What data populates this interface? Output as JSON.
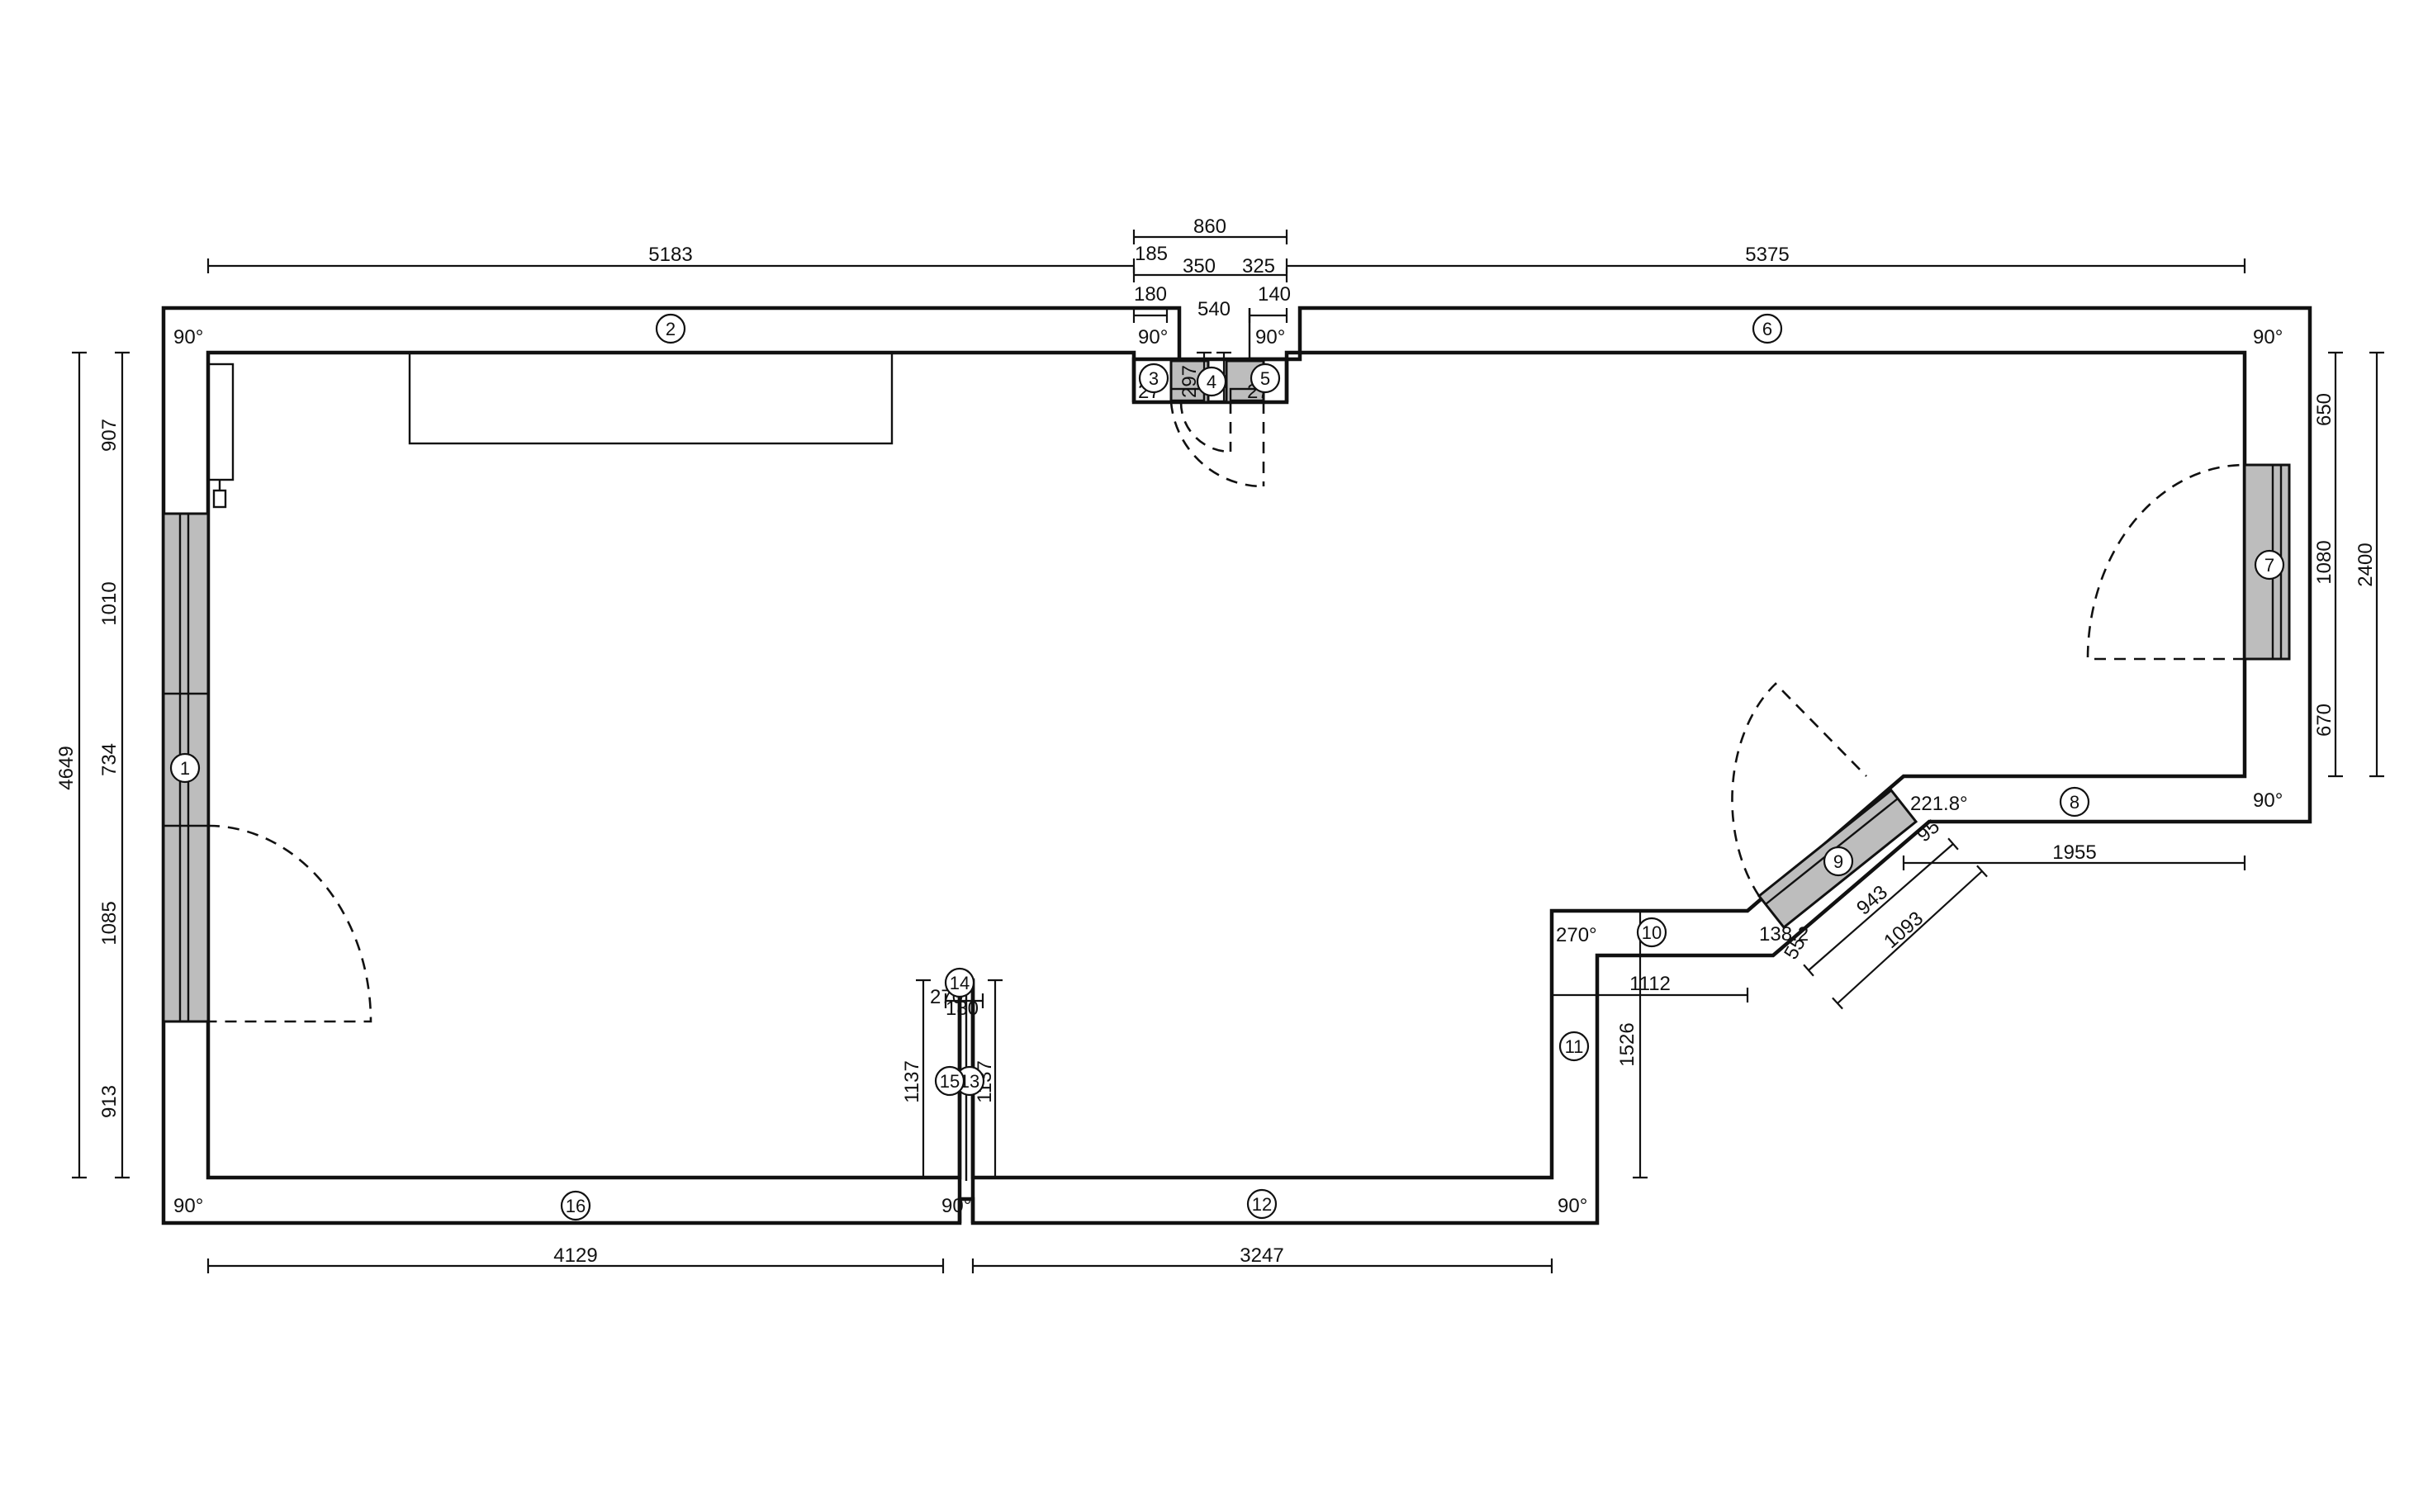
{
  "colors": {
    "ink": "#111111",
    "glass": "#bdbdbd",
    "background": "#ffffff"
  },
  "walls": [
    {
      "id": "1",
      "label": "1"
    },
    {
      "id": "2",
      "label": "2"
    },
    {
      "id": "3",
      "label": "3"
    },
    {
      "id": "4",
      "label": "4"
    },
    {
      "id": "5",
      "label": "5"
    },
    {
      "id": "6",
      "label": "6"
    },
    {
      "id": "7",
      "label": "7"
    },
    {
      "id": "8",
      "label": "8"
    },
    {
      "id": "9",
      "label": "9"
    },
    {
      "id": "10",
      "label": "10"
    },
    {
      "id": "11",
      "label": "11"
    },
    {
      "id": "12",
      "label": "12"
    },
    {
      "id": "13",
      "label": "13"
    },
    {
      "id": "14",
      "label": "14"
    },
    {
      "id": "15",
      "label": "15"
    },
    {
      "id": "16",
      "label": "16"
    }
  ],
  "dimensions": {
    "top_total_860": "860",
    "top_left_5183": "5183",
    "top_right_5375": "5375",
    "top_185": "185",
    "top_350": "350",
    "top_325": "325",
    "top_180": "180",
    "top_140": "140",
    "top_540": "540",
    "niche_297": "297",
    "left_total_4649": "4649",
    "left_907": "907",
    "left_1010": "1010",
    "left_734": "734",
    "left_1085": "1085",
    "left_913": "913",
    "right_650": "650",
    "right_1080": "1080",
    "right_670": "670",
    "right_total_2400": "2400",
    "bottom_4129": "4129",
    "bottom_3247": "3247",
    "step_1112": "1112",
    "step_1526": "1526",
    "oblique_1955": "1955",
    "oblique_943": "943",
    "oblique_1093": "1093",
    "oblique_95": "95",
    "oblique_55": "55",
    "partition_1137_left": "1137",
    "partition_1137_right": "1137",
    "partition_180": "180"
  },
  "angles": {
    "top_left": "90°",
    "niche_left": "90°",
    "niche_right": "90°",
    "top_right": "90°",
    "right_lower": "90°",
    "oblique_top": "221.8°",
    "oblique_bottom": "138.2",
    "step_inner": "270°",
    "step_bottom": "90°",
    "bottom_left": "90°",
    "partition_bottom": "90°",
    "partition_top": "270°",
    "niche_small_left": "27",
    "niche_small_right": "27"
  }
}
